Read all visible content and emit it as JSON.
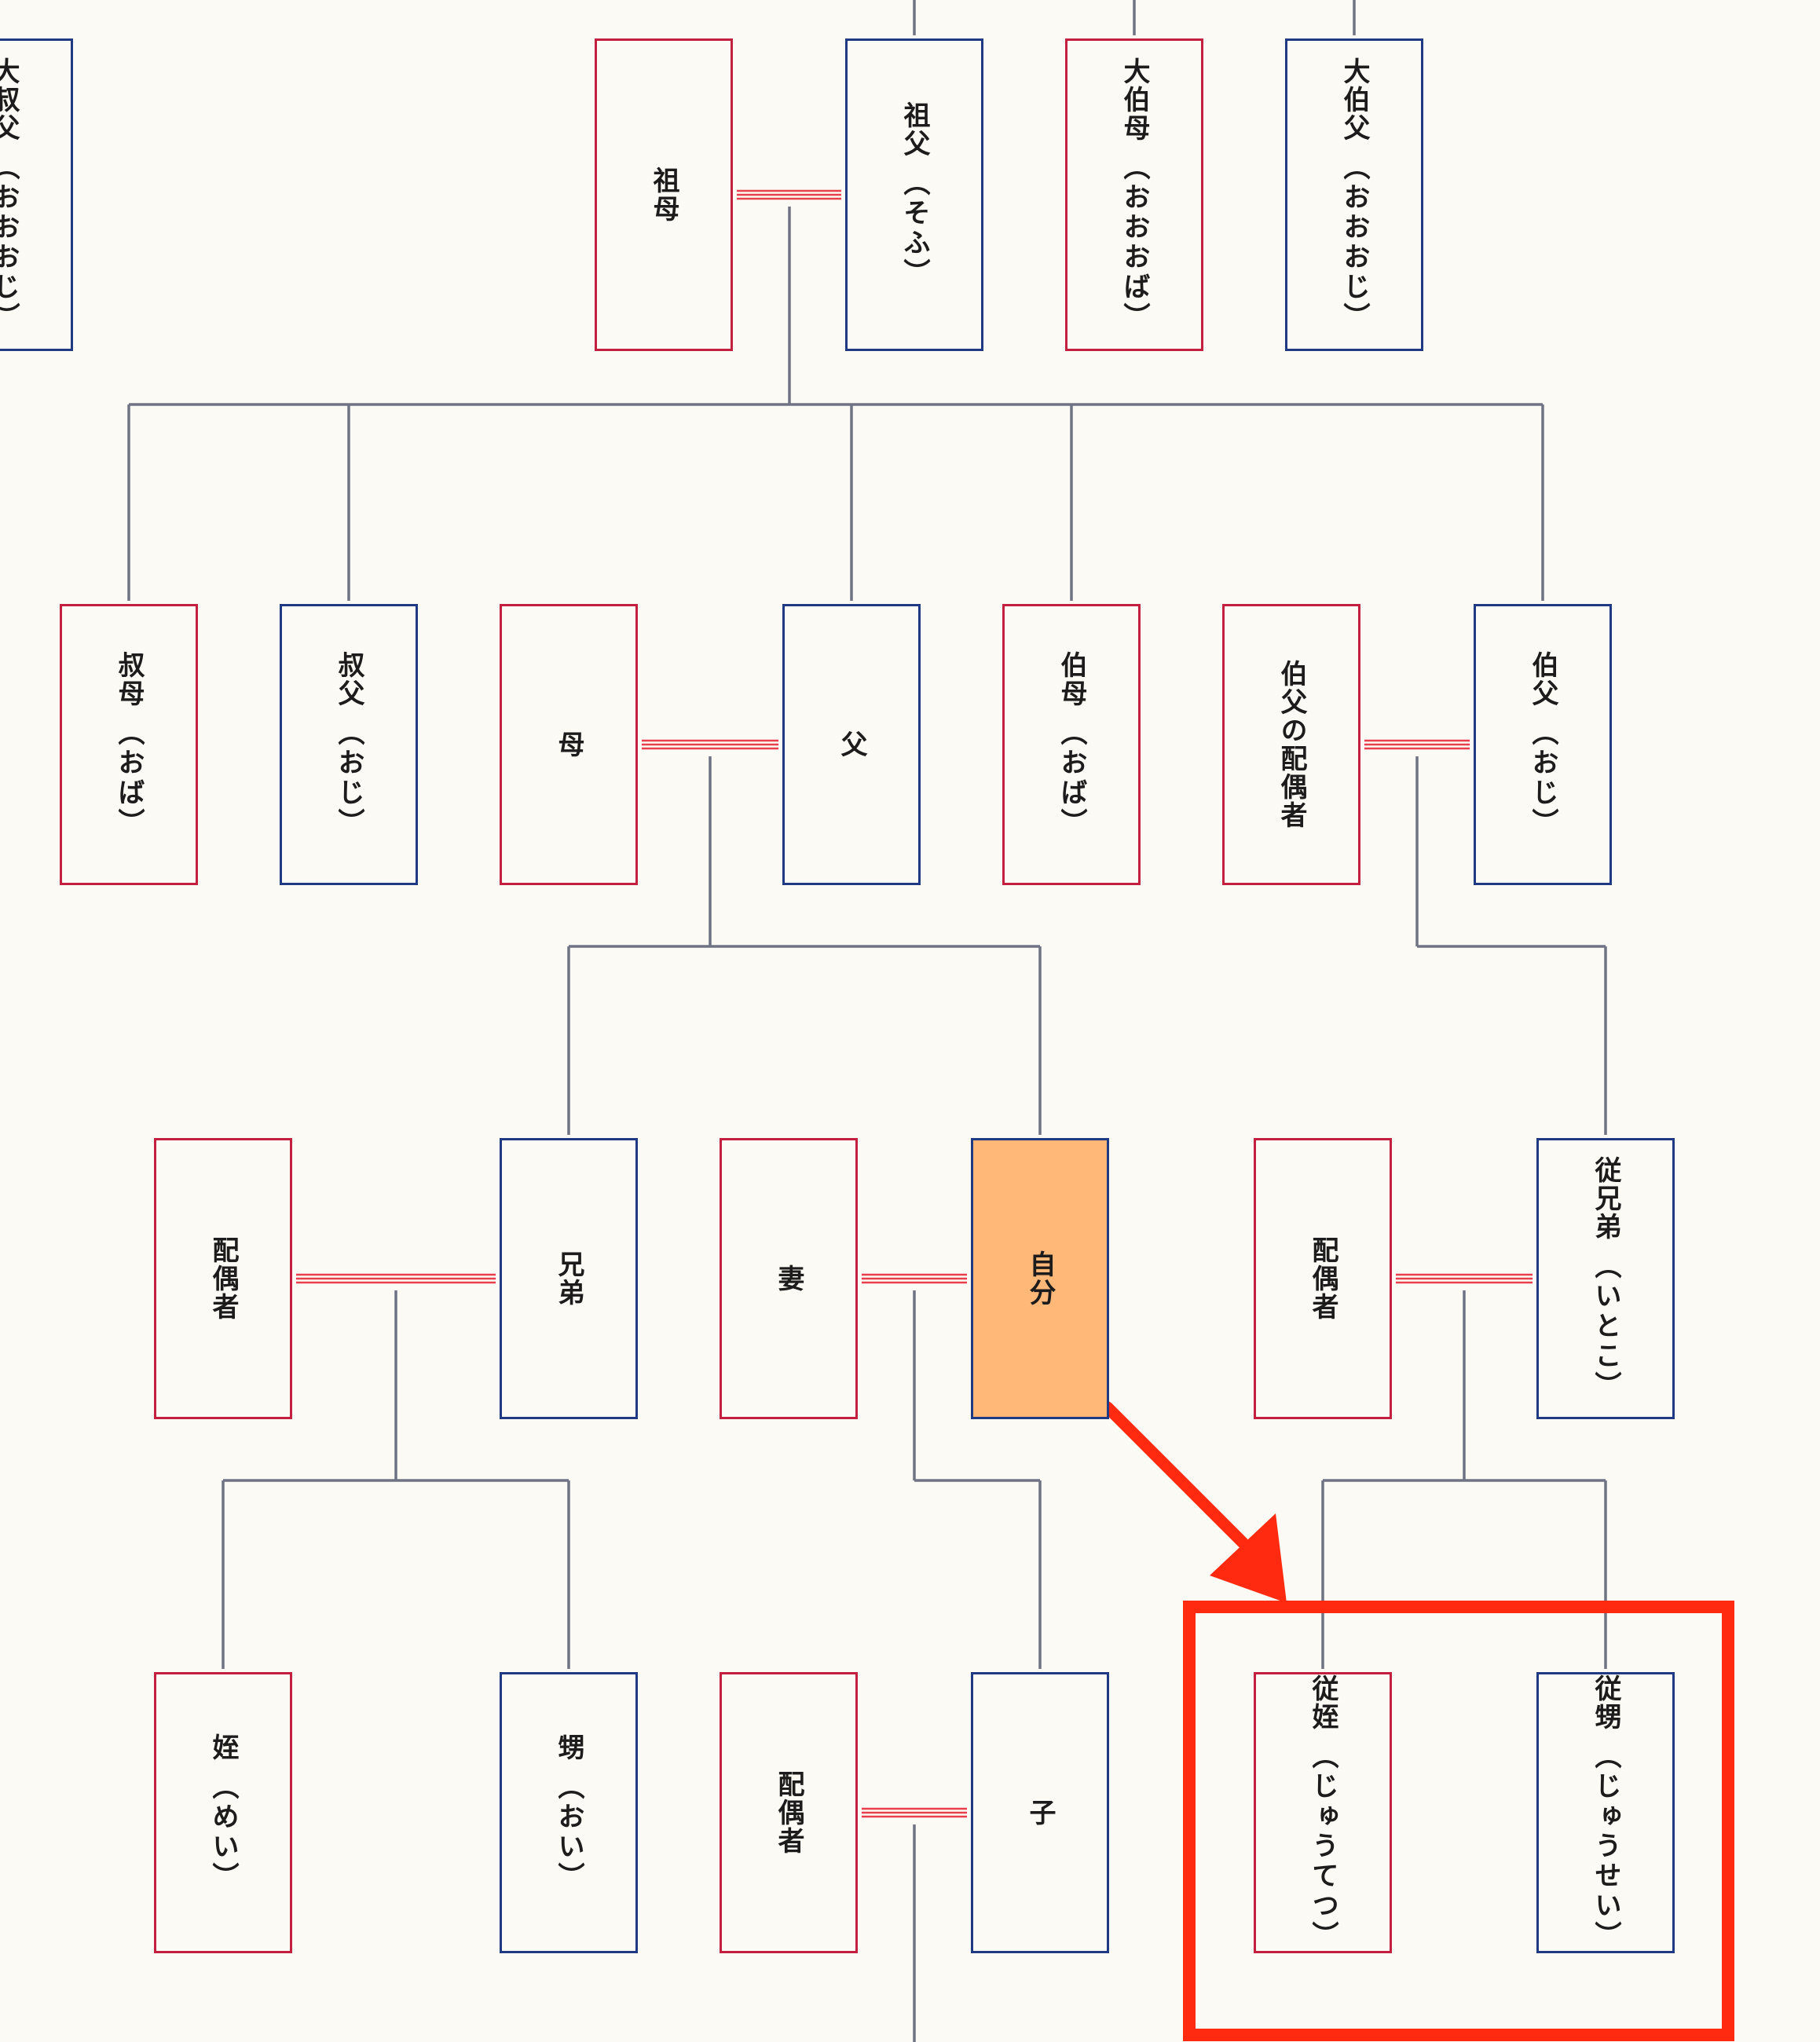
{
  "diagram": {
    "title": "",
    "colors": {
      "background": "#fcfaf4",
      "female_border": "#c1203f",
      "male_border": "#1f3a82",
      "self_fill": "#ffb878",
      "descent_line": "#6f7383",
      "marriage_line": "#e8404a",
      "highlight": "#ff2a10"
    },
    "people": {
      "great_uncle_left": {
        "name": "大叔父",
        "reading": "（おおおじ）",
        "gender": "male"
      },
      "grandmother": {
        "name": "祖母",
        "reading": "",
        "gender": "female"
      },
      "grandfather": {
        "name": "祖父",
        "reading": "（そふ）",
        "gender": "male"
      },
      "great_aunt": {
        "name": "大伯母",
        "reading": "（おおおば）",
        "gender": "female"
      },
      "great_uncle": {
        "name": "大伯父",
        "reading": "（おおおじ）",
        "gender": "male"
      },
      "aunt_younger": {
        "name": "叔母",
        "reading": "（おば）",
        "gender": "female"
      },
      "uncle_younger": {
        "name": "叔父",
        "reading": "（おじ）",
        "gender": "male"
      },
      "mother": {
        "name": "母",
        "reading": "",
        "gender": "female"
      },
      "father": {
        "name": "父",
        "reading": "",
        "gender": "male"
      },
      "aunt_elder": {
        "name": "伯母",
        "reading": "（おば）",
        "gender": "female"
      },
      "uncle_spouse": {
        "name": "伯父の配偶者",
        "reading": "",
        "gender": "female"
      },
      "uncle_elder": {
        "name": "伯父",
        "reading": "（おじ）",
        "gender": "male"
      },
      "sibling_spouse": {
        "name": "配偶者",
        "reading": "",
        "gender": "female"
      },
      "sibling": {
        "name": "兄弟",
        "reading": "",
        "gender": "male"
      },
      "wife": {
        "name": "妻",
        "reading": "",
        "gender": "female"
      },
      "self": {
        "name": "自分",
        "reading": "",
        "gender": "self"
      },
      "cousin_spouse": {
        "name": "配偶者",
        "reading": "",
        "gender": "female"
      },
      "cousin": {
        "name": "従兄弟",
        "reading": "（いとこ）",
        "gender": "male"
      },
      "niece": {
        "name": "姪",
        "reading": "（めい）",
        "gender": "female"
      },
      "nephew": {
        "name": "甥",
        "reading": "（おい）",
        "gender": "male"
      },
      "child_spouse": {
        "name": "配偶者",
        "reading": "",
        "gender": "female"
      },
      "child": {
        "name": "子",
        "reading": "",
        "gender": "male"
      },
      "cousin_niece": {
        "name": "従姪",
        "reading": "（じゅうてつ）",
        "gender": "female"
      },
      "cousin_nephew": {
        "name": "従甥",
        "reading": "（じゅうせい）",
        "gender": "male"
      }
    },
    "marriages": [
      [
        "grandmother",
        "grandfather"
      ],
      [
        "mother",
        "father"
      ],
      [
        "uncle_spouse",
        "uncle_elder"
      ],
      [
        "sibling_spouse",
        "sibling"
      ],
      [
        "wife",
        "self"
      ],
      [
        "cousin_spouse",
        "cousin"
      ],
      [
        "child_spouse",
        "child"
      ]
    ],
    "descents": [
      {
        "couple": [
          "grandmother",
          "grandfather"
        ],
        "children": [
          "aunt_younger",
          "uncle_younger",
          "father",
          "aunt_elder",
          "uncle_elder"
        ]
      },
      {
        "couple": [
          "mother",
          "father"
        ],
        "children": [
          "sibling",
          "self"
        ]
      },
      {
        "couple": [
          "uncle_spouse",
          "uncle_elder"
        ],
        "children": [
          "cousin"
        ]
      },
      {
        "couple": [
          "sibling_spouse",
          "sibling"
        ],
        "children": [
          "niece",
          "nephew"
        ]
      },
      {
        "couple": [
          "wife",
          "self"
        ],
        "children": [
          "child"
        ]
      },
      {
        "couple": [
          "cousin_spouse",
          "cousin"
        ],
        "children": [
          "cousin_niece",
          "cousin_nephew"
        ]
      },
      {
        "couple": [
          "child_spouse",
          "child"
        ],
        "children": []
      }
    ],
    "stubs_up": [
      "grandfather",
      "great_aunt",
      "great_uncle"
    ],
    "highlight": {
      "group": [
        "cousin_niece",
        "cousin_nephew"
      ],
      "arrow_from": "self"
    }
  }
}
